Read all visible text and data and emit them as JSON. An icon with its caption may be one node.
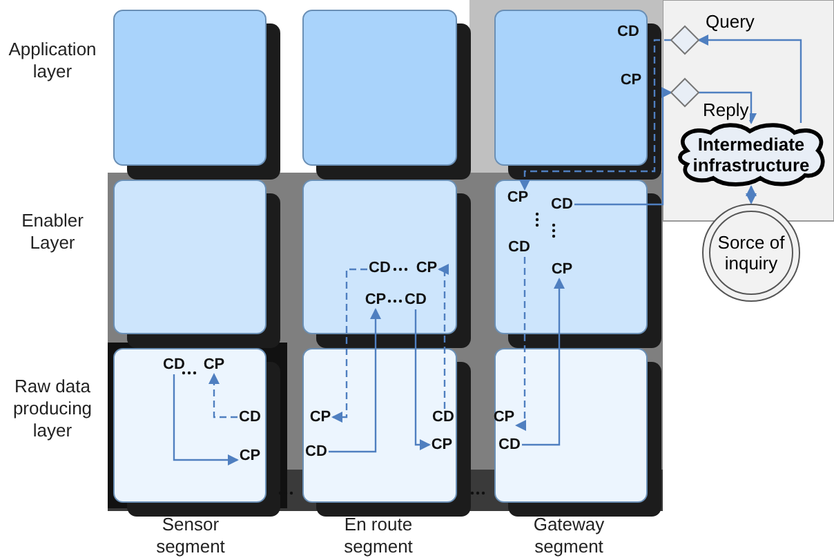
{
  "diagram": {
    "nodes": [
      {
        "text": [],
        "shape": "box"
      },
      {
        "text": [],
        "shape": "box"
      },
      {
        "text": [],
        "shape": "box"
      },
      {
        "text": [],
        "shape": "box"
      },
      {
        "text": [],
        "shape": "box"
      },
      {
        "text": [],
        "shape": "box"
      },
      {
        "text": [],
        "shape": "box"
      },
      {
        "text": [],
        "shape": "box"
      },
      {
        "text": [],
        "shape": "box"
      },
      {
        "text": [],
        "shape": "diamond"
      },
      {
        "text": [],
        "shape": "diamond"
      },
      {
        "text": [
          "Intermediate infrastructure"
        ]
      },
      {
        "text": [
          "Sorce of inquiry"
        ]
      },
      {
        "text": [
          "CD"
        ],
        "in": 4
      },
      {
        "text": [
          "CP"
        ],
        "in": 4
      },
      {
        "text": [
          "CP"
        ],
        "in": 4
      },
      {
        "text": [
          "CD"
        ],
        "in": 4
      },
      {
        "text": [
          "CP"
        ],
        "in": 5
      },
      {
        "text": [
          "CD"
        ],
        "in": 5
      },
      {
        "text": [
          "CD"
        ],
        "in": 5
      },
      {
        "text": [
          "CP"
        ],
        "in": 5
      },
      {
        "text": [
          "CD"
        ],
        "in": 6
      },
      {
        "text": [
          "CP"
        ],
        "in": 6
      },
      {
        "text": [
          "CD"
        ],
        "in": 6
      },
      {
        "text": [
          "CP"
        ],
        "in": 6
      },
      {
        "text": [
          "CP"
        ],
        "in": 7
      },
      {
        "text": [
          "CD"
        ],
        "in": 7
      },
      {
        "text": [
          "CD"
        ],
        "in": 7
      },
      {
        "text": [
          "CP"
        ],
        "in": 7
      },
      {
        "text": [
          "CP"
        ],
        "in": 8
      },
      {
        "text": [
          "CD"
        ],
        "in": 8
      }
    ],
    "edges": [
      {
        "from": 11,
        "to": 9,
        "arrow": "to",
        "label": "Query"
      },
      {
        "from": 9,
        "to": 17,
        "arrow": "to",
        "style": "dashed"
      },
      {
        "from": 19,
        "to": 29,
        "arrow": "to",
        "style": "dashed"
      },
      {
        "from": 27,
        "to": 14,
        "arrow": "to",
        "style": "dashed"
      },
      {
        "from": 13,
        "to": 25,
        "arrow": "to",
        "style": "dashed"
      },
      {
        "from": 23,
        "to": 22,
        "arrow": "to",
        "style": "dashed"
      },
      {
        "from": 21,
        "to": 24,
        "arrow": "to"
      },
      {
        "from": 26,
        "to": 15,
        "arrow": "to"
      },
      {
        "from": 16,
        "to": 28,
        "arrow": "to"
      },
      {
        "from": 30,
        "to": 20,
        "arrow": "to"
      },
      {
        "from": 18,
        "to": 10,
        "arrow": "to"
      },
      {
        "from": 10,
        "to": 11,
        "arrow": "to",
        "label": "Reply"
      },
      {
        "from": 11,
        "to": 12,
        "arrow": "both"
      }
    ],
    "labels": [
      "Application layer",
      "Enabler Layer",
      "Raw data producing layer",
      "Sensor segment",
      "En route segment",
      "Gateway segment",
      "CD",
      "CP"
    ]
  }
}
